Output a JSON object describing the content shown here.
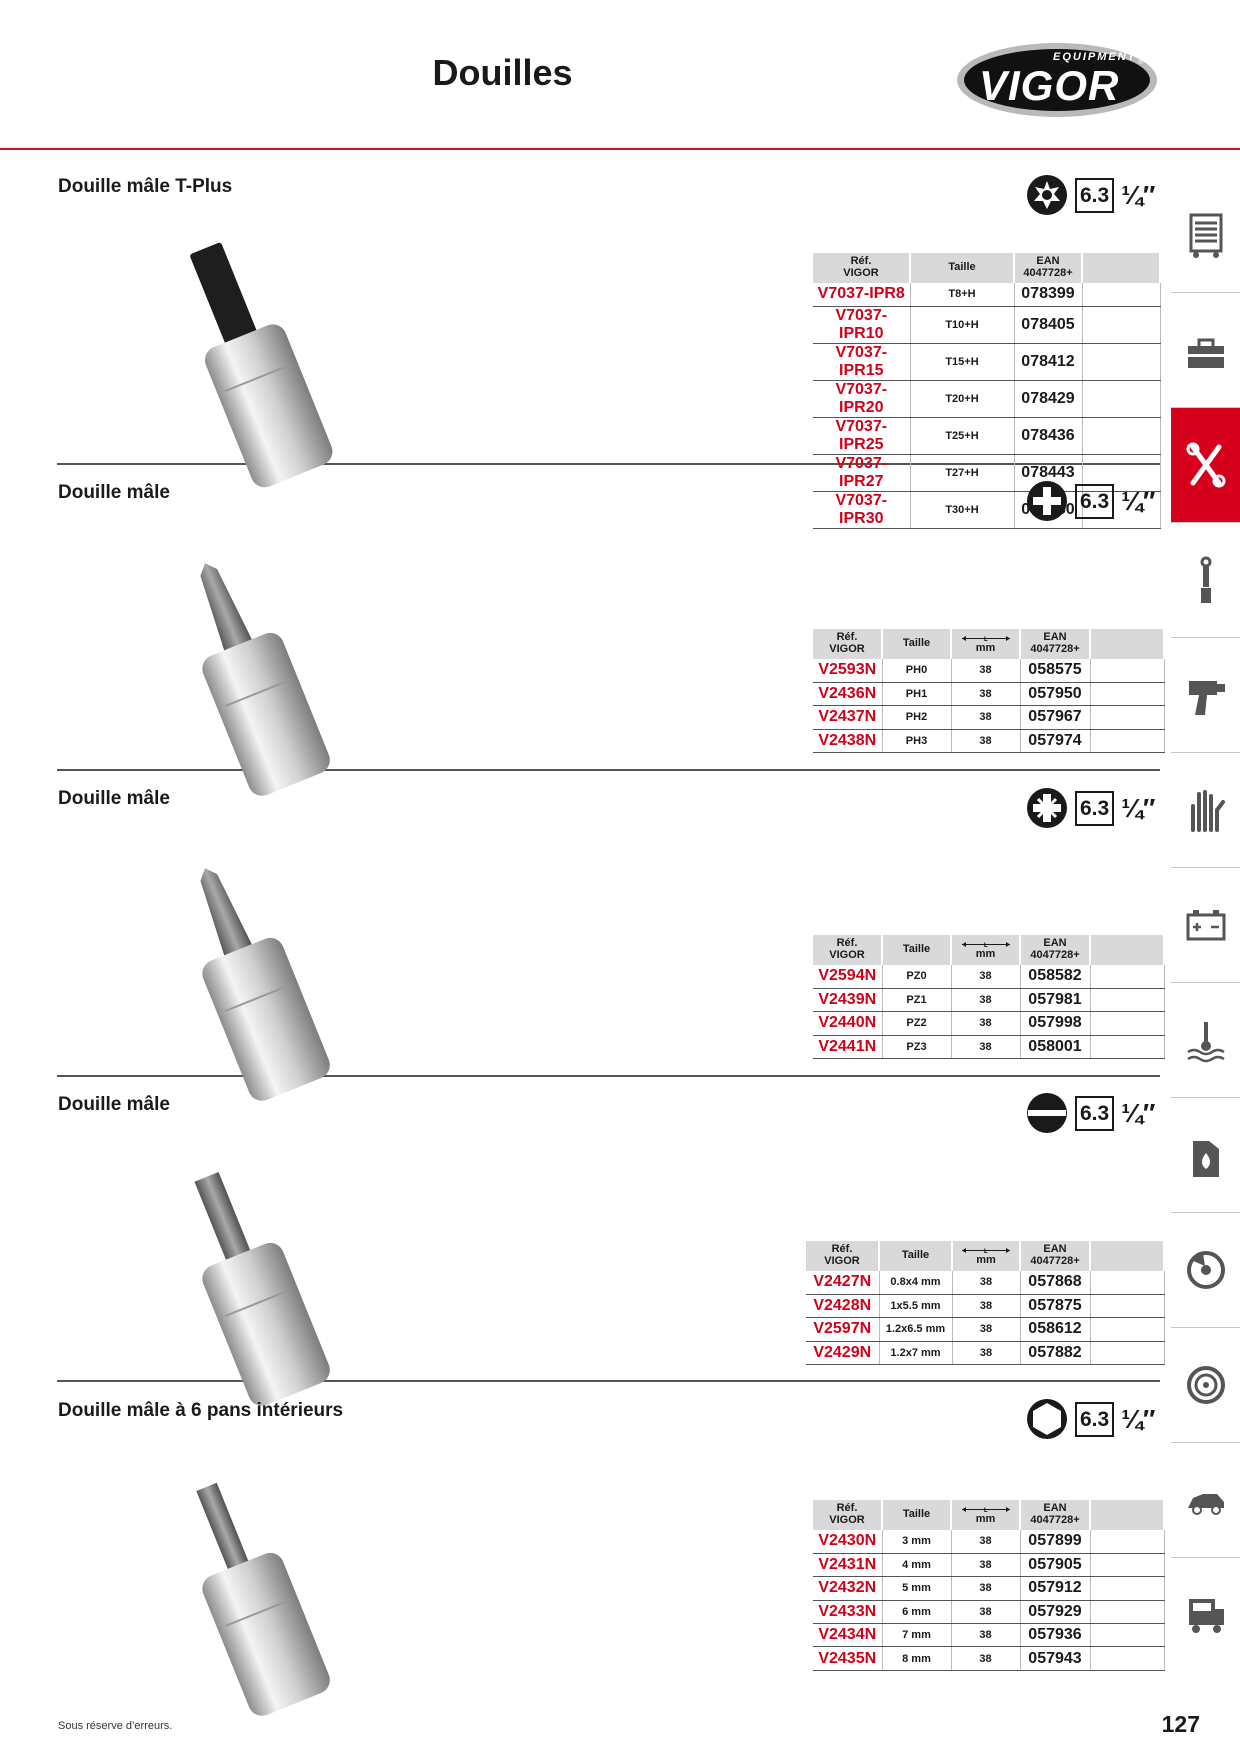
{
  "page": {
    "title": "Douilles",
    "number": "127",
    "footer_note": "Sous réserve d’erreurs."
  },
  "logo": {
    "top_text": "EQUIPMENT",
    "brand": "VIGOR",
    "registered": "®"
  },
  "common": {
    "size_box": "6.3",
    "drive": "¼″"
  },
  "sections": [
    {
      "title": "Douille mâle T-Plus",
      "drive_icon": "torx-plus-icon",
      "table": {
        "headers": {
          "ref": "Réf.",
          "ref2": "VIGOR",
          "size": "Taille",
          "ean": "EAN",
          "ean2": "4047728+"
        },
        "rows": [
          {
            "ref": "V7037-IPR8",
            "size": "T8+H",
            "ean": "078399"
          },
          {
            "ref": "V7037-IPR10",
            "size": "T10+H",
            "ean": "078405"
          },
          {
            "ref": "V7037-IPR15",
            "size": "T15+H",
            "ean": "078412"
          },
          {
            "ref": "V7037-IPR20",
            "size": "T20+H",
            "ean": "078429"
          },
          {
            "ref": "V7037-IPR25",
            "size": "T25+H",
            "ean": "078436"
          },
          {
            "ref": "V7037-IPR27",
            "size": "T27+H",
            "ean": "078443"
          },
          {
            "ref": "V7037-IPR30",
            "size": "T30+H",
            "ean": "078450"
          }
        ]
      }
    },
    {
      "title": "Douille mâle",
      "drive_icon": "phillips-icon",
      "table": {
        "headers": {
          "ref": "Réf.",
          "ref2": "VIGOR",
          "size": "Taille",
          "len": "L",
          "len_unit": "mm",
          "ean": "EAN",
          "ean2": "4047728+"
        },
        "rows": [
          {
            "ref": "V2593N",
            "size": "PH0",
            "len": "38",
            "ean": "058575"
          },
          {
            "ref": "V2436N",
            "size": "PH1",
            "len": "38",
            "ean": "057950"
          },
          {
            "ref": "V2437N",
            "size": "PH2",
            "len": "38",
            "ean": "057967"
          },
          {
            "ref": "V2438N",
            "size": "PH3",
            "len": "38",
            "ean": "057974"
          }
        ]
      }
    },
    {
      "title": "Douille mâle",
      "drive_icon": "pozidriv-icon",
      "table": {
        "headers": {
          "ref": "Réf.",
          "ref2": "VIGOR",
          "size": "Taille",
          "len": "L",
          "len_unit": "mm",
          "ean": "EAN",
          "ean2": "4047728+"
        },
        "rows": [
          {
            "ref": "V2594N",
            "size": "PZ0",
            "len": "38",
            "ean": "058582"
          },
          {
            "ref": "V2439N",
            "size": "PZ1",
            "len": "38",
            "ean": "057981"
          },
          {
            "ref": "V2440N",
            "size": "PZ2",
            "len": "38",
            "ean": "057998"
          },
          {
            "ref": "V2441N",
            "size": "PZ3",
            "len": "38",
            "ean": "058001"
          }
        ]
      }
    },
    {
      "title": "Douille mâle",
      "drive_icon": "slotted-icon",
      "table": {
        "headers": {
          "ref": "Réf.",
          "ref2": "VIGOR",
          "size": "Taille",
          "len": "L",
          "len_unit": "mm",
          "ean": "EAN",
          "ean2": "4047728+"
        },
        "rows": [
          {
            "ref": "V2427N",
            "size": "0.8x4 mm",
            "len": "38",
            "ean": "057868"
          },
          {
            "ref": "V2428N",
            "size": "1x5.5 mm",
            "len": "38",
            "ean": "057875"
          },
          {
            "ref": "V2597N",
            "size": "1.2x6.5 mm",
            "len": "38",
            "ean": "058612"
          },
          {
            "ref": "V2429N",
            "size": "1.2x7 mm",
            "len": "38",
            "ean": "057882"
          }
        ]
      }
    },
    {
      "title": "Douille mâle à 6 pans intérieurs",
      "drive_icon": "hexagon-icon",
      "table": {
        "headers": {
          "ref": "Réf.",
          "ref2": "VIGOR",
          "size": "Taille",
          "len": "L",
          "len_unit": "mm",
          "ean": "EAN",
          "ean2": "4047728+"
        },
        "rows": [
          {
            "ref": "V2430N",
            "size": "3 mm",
            "len": "38",
            "ean": "057899"
          },
          {
            "ref": "V2431N",
            "size": "4 mm",
            "len": "38",
            "ean": "057905"
          },
          {
            "ref": "V2432N",
            "size": "5 mm",
            "len": "38",
            "ean": "057912"
          },
          {
            "ref": "V2433N",
            "size": "6 mm",
            "len": "38",
            "ean": "057929"
          },
          {
            "ref": "V2434N",
            "size": "7 mm",
            "len": "38",
            "ean": "057936"
          },
          {
            "ref": "V2435N",
            "size": "8 mm",
            "len": "38",
            "ean": "057943"
          }
        ]
      }
    }
  ],
  "sidebar": {
    "active_color": "#d6001c",
    "tabs": [
      {
        "icon": "tool-cabinet-icon"
      },
      {
        "icon": "toolbox-icon"
      },
      {
        "icon": "wrench-screwdriver-icon",
        "active": true
      },
      {
        "icon": "torque-wrench-icon"
      },
      {
        "icon": "impact-wrench-icon"
      },
      {
        "icon": "gloves-icon"
      },
      {
        "icon": "battery-icon"
      },
      {
        "icon": "coolant-icon"
      },
      {
        "icon": "oil-can-icon"
      },
      {
        "icon": "brake-disc-icon"
      },
      {
        "icon": "wheel-icon"
      },
      {
        "icon": "car-body-icon"
      },
      {
        "icon": "truck-icon"
      }
    ]
  }
}
